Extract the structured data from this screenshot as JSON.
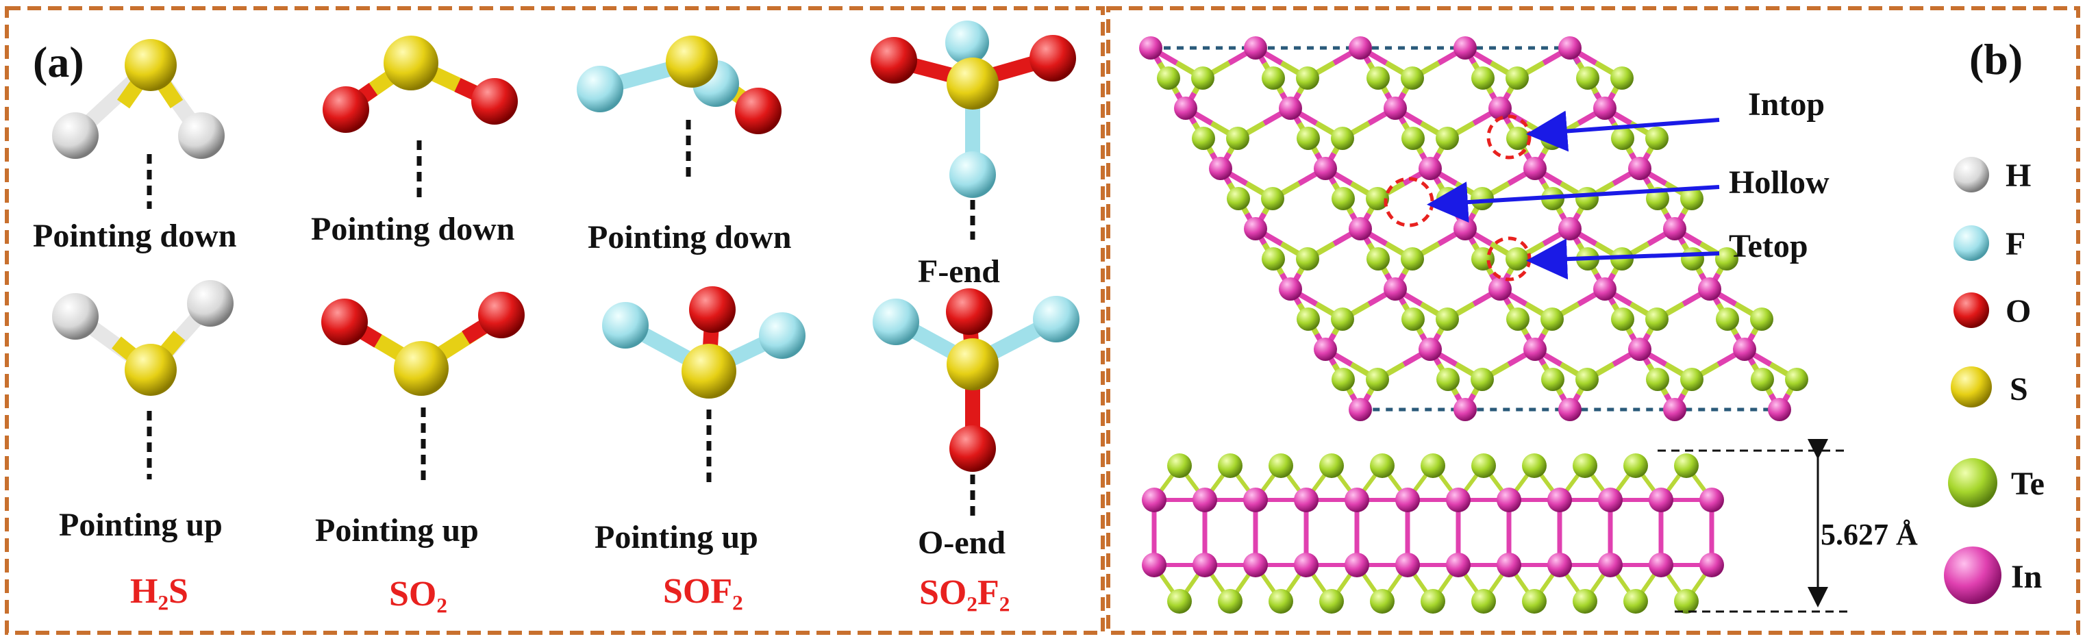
{
  "panel_a": {
    "label": "(a)",
    "molecules": [
      {
        "formula": "H₂S",
        "up_caption": "Pointing down",
        "down_caption": "Pointing up"
      },
      {
        "formula": "SO₂",
        "up_caption": "Pointing down",
        "down_caption": "Pointing up"
      },
      {
        "formula": "SOF₂",
        "up_caption": "Pointing down",
        "down_caption": "Pointing up"
      },
      {
        "formula": "SO₂F₂",
        "up_caption": "F-end",
        "down_caption": "O-end"
      }
    ]
  },
  "panel_b": {
    "label": "(b)",
    "sites": [
      "Intop",
      "Hollow",
      "Tetop"
    ],
    "thickness_label": "5.627 Å",
    "legend": [
      {
        "element": "H",
        "color": "#e6e6e6"
      },
      {
        "element": "F",
        "color": "#a8e4ec"
      },
      {
        "element": "O",
        "color": "#e01818"
      },
      {
        "element": "S",
        "color": "#e8d21a"
      },
      {
        "element": "Te",
        "color": "#a8d830"
      },
      {
        "element": "In",
        "color": "#e040b0"
      }
    ]
  },
  "colors": {
    "border": "#c8702e",
    "formula_text": "#e8211f",
    "arrow": "#1a1ae6",
    "marker_circle": "#e8211f",
    "cell_outline": "#2a5a7a",
    "bond_te_in": "#b8d838",
    "bond_in": "#e040b0"
  }
}
